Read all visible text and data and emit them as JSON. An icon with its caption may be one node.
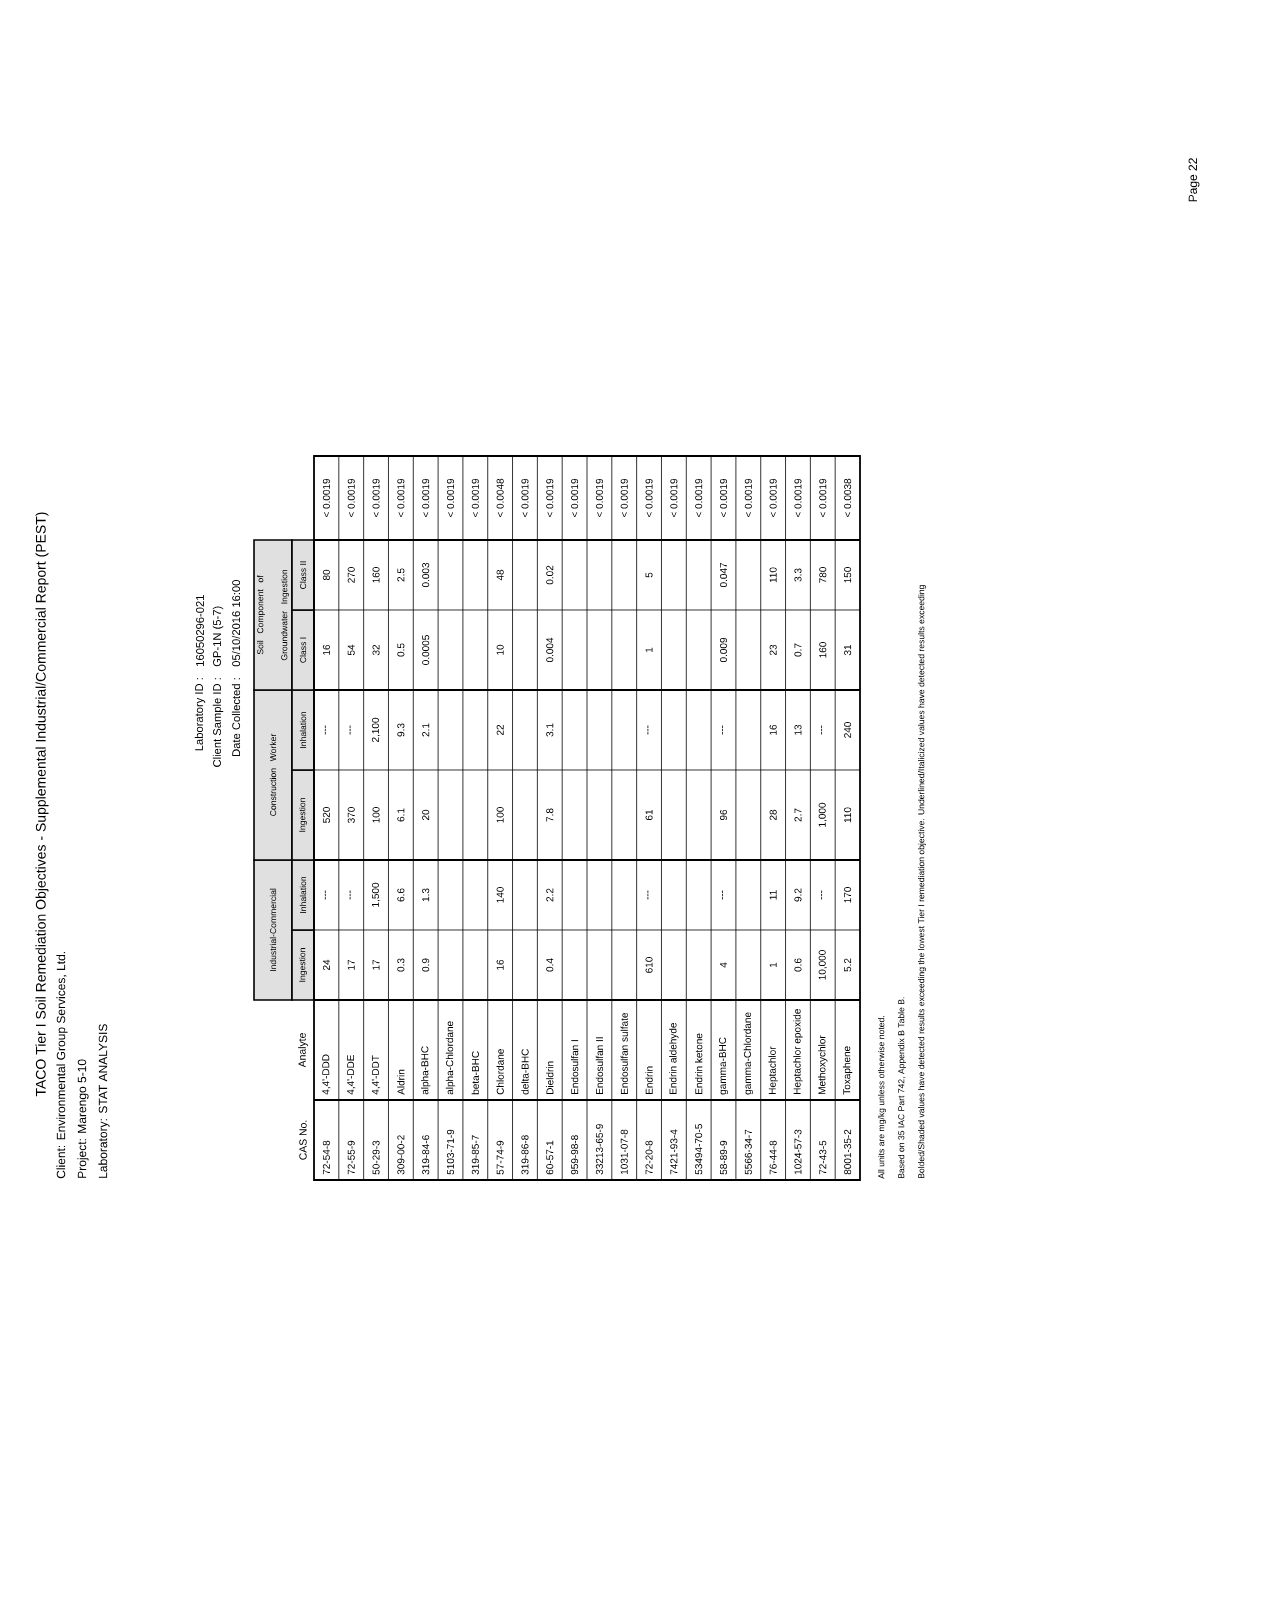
{
  "diagram": {
    "title": "TACO Tier I Soil Remediation Objectives - Supplemental Industrial/Commercial Report (PEST)",
    "labels": [
      "Client: Environmental Group Services, Ltd.",
      "Project: Marengo 5-10",
      "Laboratory: STAT ANALYSIS",
      "Laboratory ID :",
      "16050296-021",
      "Client Sample ID :",
      "GP-1N (5-7)",
      "Date Collected :",
      "05/10/2016 16:00",
      "Industrial-Commercial",
      "Construction Worker",
      "Soil Component of Groundwater Ingestion",
      "Ingestion",
      "Inhalation",
      "Ingestion",
      "Inhalation",
      "Class I",
      "Class II",
      "CAS No.",
      "Analyte",
      "72-54-8",
      "4,4'-DDD",
      "24",
      "---",
      "520",
      "---",
      "16",
      "80",
      "< 0.0019",
      "72-55-9",
      "4,4'-DDE",
      "17",
      "---",
      "370",
      "---",
      "54",
      "270",
      "< 0.0019",
      "50-29-3",
      "4,4'-DDT",
      "17",
      "1,500",
      "100",
      "2,100",
      "32",
      "160",
      "< 0.0019",
      "309-00-2",
      "Aldrin",
      "0.3",
      "6.6",
      "6.1",
      "9.3",
      "0.5",
      "2.5",
      "< 0.0019",
      "319-84-6",
      "alpha-BHC",
      "0.9",
      "1.3",
      "20",
      "2.1",
      "0.0005",
      "0.003",
      "< 0.0019",
      "5103-71-9",
      "alpha-Chlordane",
      "< 0.0019",
      "319-85-7",
      "beta-BHC",
      "< 0.0019",
      "57-74-9",
      "Chlordane",
      "16",
      "140",
      "100",
      "22",
      "10",
      "48",
      "< 0.0048",
      "319-86-8",
      "delta-BHC",
      "< 0.0019",
      "60-57-1",
      "Dieldrin",
      "0.4",
      "2.2",
      "7.8",
      "3.1",
      "0.004",
      "0.02",
      "< 0.0019",
      "959-98-8",
      "Endosulfan I",
      "< 0.0019",
      "33213-65-9",
      "Endosulfan II",
      "< 0.0019",
      "1031-07-8",
      "Endosulfan sulfate",
      "< 0.0019",
      "72-20-8",
      "Endrin",
      "610",
      "---",
      "61",
      "---",
      "1",
      "5",
      "< 0.0019",
      "7421-93-4",
      "Endrin aldehyde",
      "< 0.0019",
      "53494-70-5",
      "Endrin ketone",
      "< 0.0019",
      "58-89-9",
      "gamma-BHC",
      "4",
      "---",
      "96",
      "---",
      "0.009",
      "0.047",
      "< 0.0019",
      "5566-34-7",
      "gamma-Chlordane",
      "< 0.0019",
      "76-44-8",
      "Heptachlor",
      "1",
      "11",
      "28",
      "16",
      "23",
      "110",
      "< 0.0019",
      "1024-57-3",
      "Heptachlor epoxide",
      "0.6",
      "9.2",
      "2.7",
      "13",
      "0.7",
      "3.3",
      "< 0.0019",
      "72-43-5",
      "Methoxychlor",
      "10,000",
      "---",
      "1,000",
      "---",
      "160",
      "780",
      "< 0.0019",
      "8001-35-2",
      "Toxaphene",
      "5.2",
      "170",
      "110",
      "240",
      "31",
      "150",
      "< 0.0038",
      "All units are mg/kg unless otherwise noted.",
      "Based on 35 IAC Part 742, Appendix B Table B.",
      "Bolded/Shaded values have detected results exceeding the lowest Tier I remediation objective. Underlined/Italicized values have detected results exceeding",
      "Page 22"
    ]
  }
}
